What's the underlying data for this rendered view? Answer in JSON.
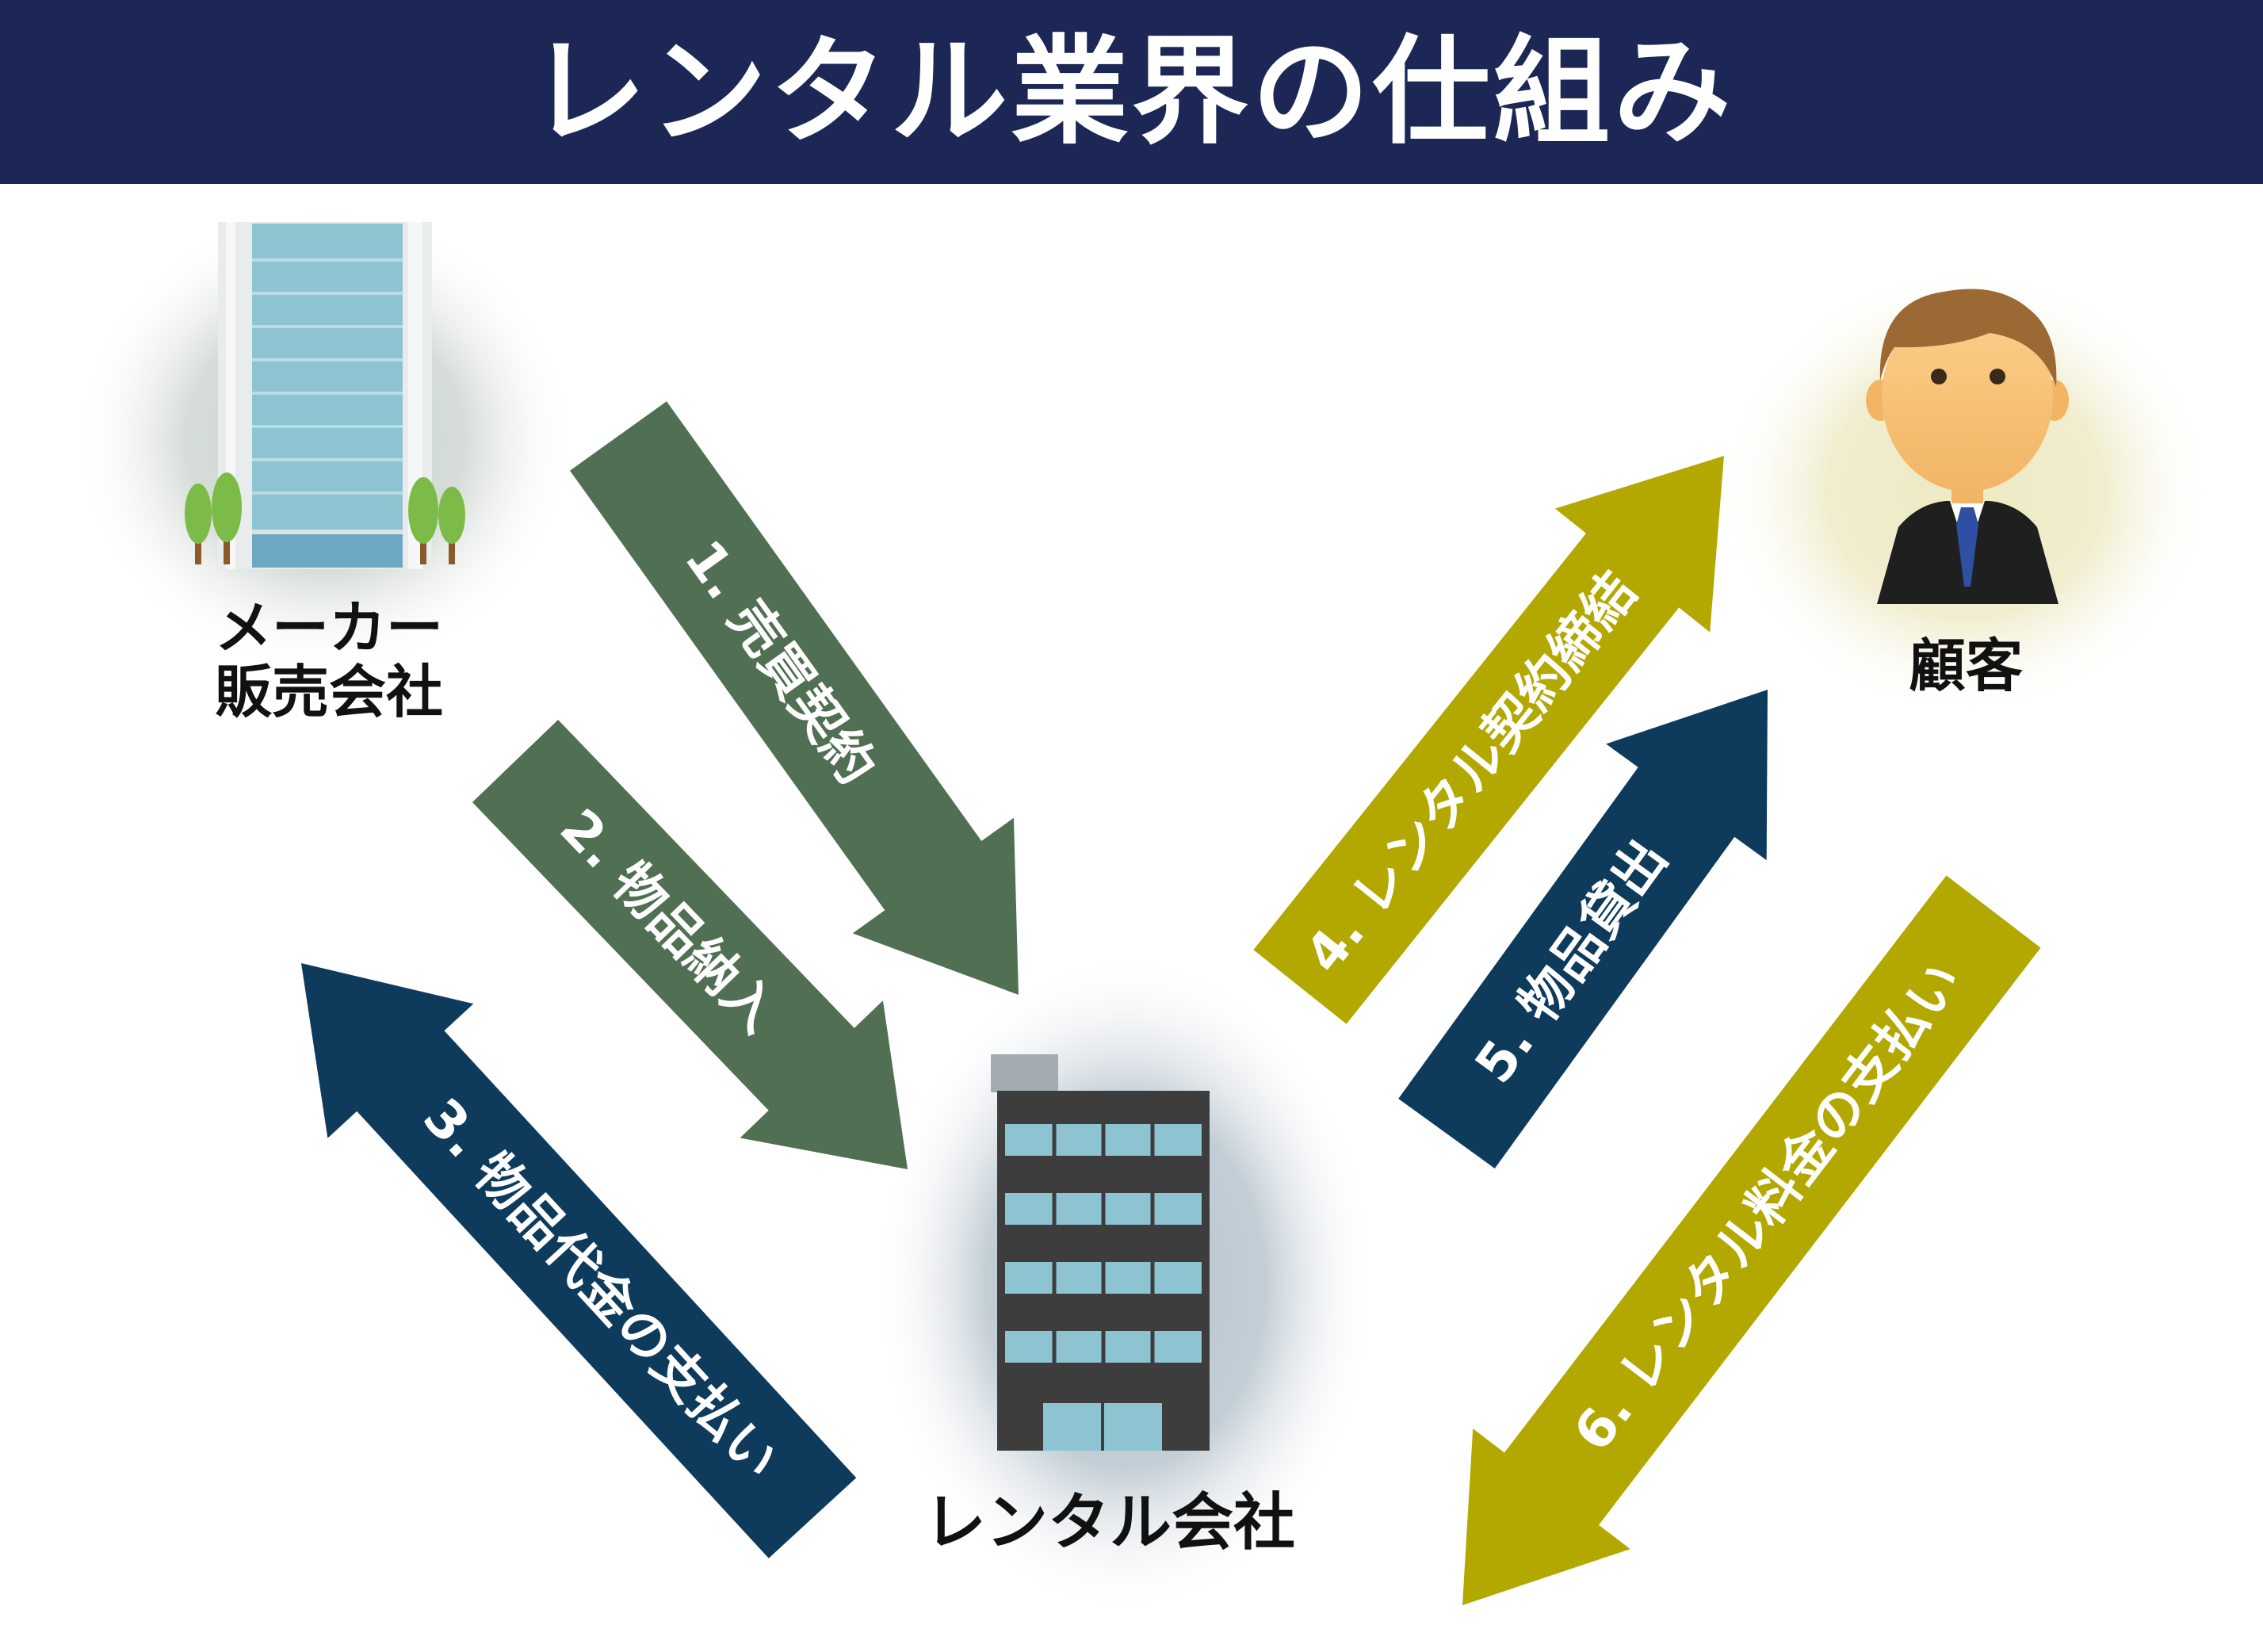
{
  "title": "レンタル業界の仕組み",
  "nodes": {
    "maker": {
      "line1": "メーカー",
      "line2": "販売会社"
    },
    "customer": {
      "label": "顧客"
    },
    "rental": {
      "label": "レンタル会社"
    }
  },
  "arrows": [
    {
      "label": "1. 売買契約",
      "color": "#516f52"
    },
    {
      "label": "2. 物品納入",
      "color": "#516f52"
    },
    {
      "label": "3. 物品代金の支払い",
      "color": "#0e3a5c"
    },
    {
      "label": "4. レンタル契約締結",
      "color": "#b3a800"
    },
    {
      "label": "5. 物品貸出",
      "color": "#0e3a5c"
    },
    {
      "label": "6. レンタル料金の支払い",
      "color": "#b3a800"
    }
  ],
  "colors": {
    "header": "#1c2755",
    "green": "#516f52",
    "navy": "#0e3a5c",
    "olive": "#b3a800"
  },
  "icons": {
    "maker": "office-tower-icon",
    "customer": "businessman-icon",
    "rental": "office-building-icon"
  }
}
